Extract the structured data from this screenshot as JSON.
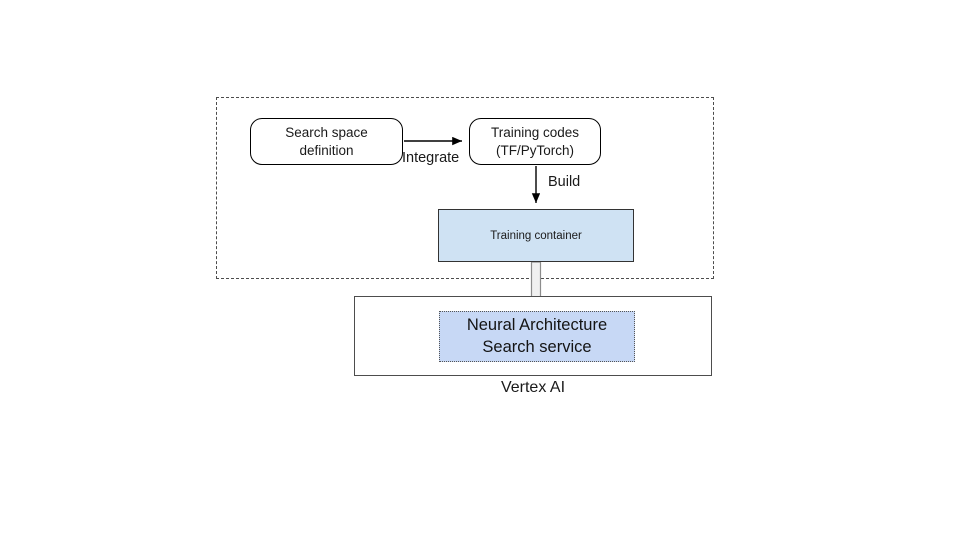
{
  "diagram": {
    "title_caption": "Vertex AI",
    "group": {
      "name": "user-managed-group",
      "border_style": "dashed"
    },
    "nodes": [
      {
        "id": "search-space",
        "label": "Search space\ndefinition",
        "line1": "Search space",
        "line2": "definition",
        "shape": "rounded-rect",
        "fill": "#ffffff",
        "border": "#000000"
      },
      {
        "id": "training-codes",
        "label": "Training codes\n(TF/PyTorch)",
        "line1": "Training codes",
        "line2": "(TF/PyTorch)",
        "shape": "rounded-rect",
        "fill": "#ffffff",
        "border": "#000000"
      },
      {
        "id": "training-container",
        "label": "Training container",
        "shape": "rect",
        "fill": "#cfe2f3",
        "border": "#333333"
      },
      {
        "id": "nas-service",
        "label": "Neural Architecture\nSearch service",
        "line1": "Neural Architecture",
        "line2": "Search service",
        "shape": "rect-dotted",
        "fill": "#c7d8f5",
        "border": "#555555"
      },
      {
        "id": "vertex-ai",
        "label": "Vertex AI",
        "shape": "rect",
        "fill": "#ffffff",
        "border": "#4d4d4d"
      }
    ],
    "edges": [
      {
        "id": "integrate-edge",
        "from": "search-space",
        "to": "training-codes",
        "label": "Integrate",
        "style": "thin-arrow"
      },
      {
        "id": "build-edge",
        "from": "training-codes",
        "to": "training-container",
        "label": "Build",
        "style": "thin-arrow"
      },
      {
        "id": "deploy-edge",
        "from": "training-container",
        "to": "nas-service",
        "label": "",
        "style": "block-arrow"
      }
    ],
    "colors": {
      "container_blue": "#cfe2f3",
      "service_blue": "#c7d8f5",
      "stroke_black": "#000000",
      "stroke_gray": "#4d4d4d",
      "block_arrow_fill": "#f0f0f0",
      "background": "#ffffff"
    }
  }
}
